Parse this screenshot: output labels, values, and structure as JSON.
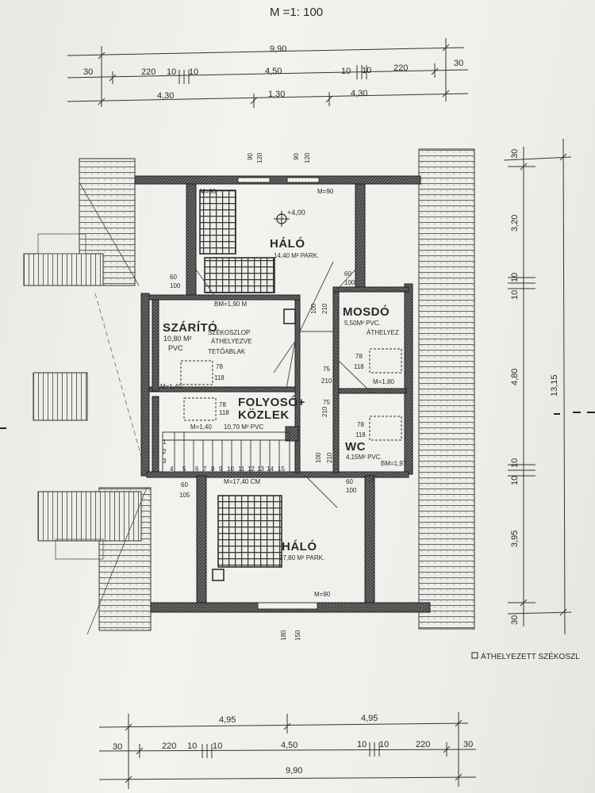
{
  "scale": "M =1: 100",
  "top_dims": {
    "overall": "9,90",
    "row2": [
      "30",
      "220",
      "10",
      "10",
      "4,50",
      "10",
      "10",
      "220",
      "30"
    ],
    "row3": [
      "4,30",
      "1,30",
      "4,30"
    ]
  },
  "bottom_dims": {
    "row1": [
      "4,95",
      "4,95"
    ],
    "row2": [
      "30",
      "220",
      "10",
      "10",
      "4,50",
      "10",
      "10",
      "220",
      "30"
    ],
    "overall": "9,90"
  },
  "right_dims": {
    "overall": "13,15",
    "parts": [
      "30",
      "3,20",
      "10",
      "10",
      "4,80",
      "10",
      "10",
      "3,95",
      "30"
    ]
  },
  "top_window_dims": [
    "90",
    "120",
    "90",
    "120"
  ],
  "bottom_window_dims": [
    "180",
    "150"
  ],
  "rooms": {
    "halo_top": {
      "name": "HÁLÓ",
      "area": "14,40 M² PARK.",
      "level": "+4,00"
    },
    "szarito": {
      "name": "SZÁRÍTÓ",
      "area": "10,80 M²",
      "floor": "PVC",
      "note1": "SZÉKOSZLOP",
      "note2": "ÁTHELYEZVE",
      "note3": "TETŐABLAK"
    },
    "mosdo": {
      "name": "MOSDÓ",
      "area": "5,50M² PVC.",
      "note": "ÁTHELYEZ"
    },
    "folyoso": {
      "name1": "FOLYOSÓ+",
      "name2": "KÖZLEK",
      "area": "10,70 M² PVC"
    },
    "wc": {
      "name": "WC",
      "area": "4,15M² PVC.",
      "note": "BM=1,97"
    },
    "halo_bottom": {
      "name": "HÁLÓ",
      "area": "17,80 M² PARK."
    }
  },
  "annotations": {
    "m90_a": "M=90",
    "m90_b": "M=90",
    "m90_c": "M=90",
    "bm190": "BM=1,90 M",
    "bm180": "M=1,80",
    "m140a": "M=1,40",
    "m140b": "M=1,40",
    "m1740": "M=17,40 CM",
    "d60_100_a": "60",
    "d60_100_a2": "100",
    "d60_100_b": "60",
    "d60_100_b2": "100",
    "d60_105": "60",
    "d60_105b": "105",
    "d60_c": "60",
    "d60_c2": "100",
    "win_78_118": [
      "78",
      "118"
    ],
    "door_100_210": [
      "100",
      "210"
    ],
    "door_75_210": [
      "75",
      "210"
    ],
    "door_75_210b": [
      "75",
      "210"
    ],
    "door_100_210b": [
      "100",
      "210"
    ],
    "stairs": [
      "1",
      "2",
      "3",
      "4",
      "5",
      "6",
      "7",
      "8",
      "9",
      "10",
      "11",
      "12",
      "13",
      "14",
      "15"
    ]
  },
  "footer_note": "ÁTHELYEZETT SZÉKOSZL"
}
